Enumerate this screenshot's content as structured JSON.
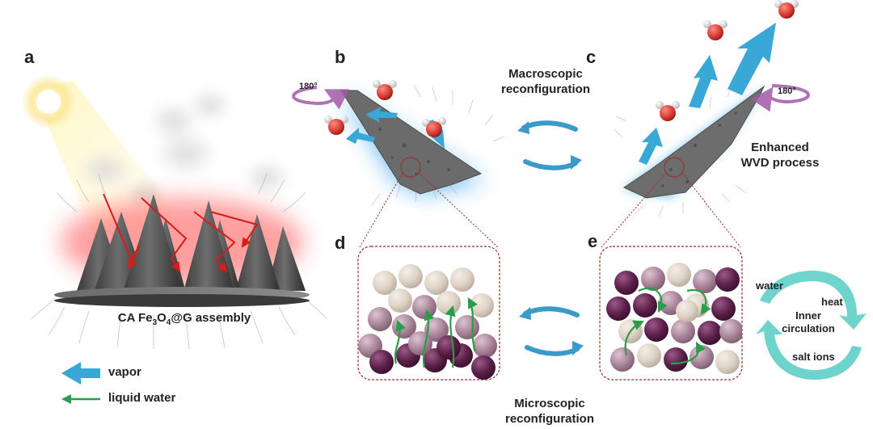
{
  "panels": {
    "a": "a",
    "b": "b",
    "c": "c",
    "d": "d",
    "e": "e"
  },
  "assembly": {
    "pre": "CA Fe",
    "sub1": "3",
    "mid": "O",
    "sub2": "4",
    "post": "@G assembly"
  },
  "macroscopic": {
    "line1": "Macroscopic",
    "line2": "reconfiguration"
  },
  "microscopic": {
    "line1": "Microscopic",
    "line2": "reconfiguration"
  },
  "rotation": {
    "b": "180°",
    "c": "180°"
  },
  "wvd": {
    "line1": "Enhanced",
    "line2": "WVD process"
  },
  "circulation": {
    "water": "water",
    "heat": "heat",
    "inner1": "Inner",
    "inner2": "circulation",
    "salt": "salt ions"
  },
  "legend": {
    "vapor": "vapor",
    "liquid": "liquid water"
  },
  "colors": {
    "vapor_arrow": "#3aa8d6",
    "liquid_arrow": "#2a9d4a",
    "light_ray": "#d81b1b",
    "cycle_arrow": "#3a9ac8",
    "rotation_arrow": "#a35aa8",
    "circulation": "#5fcfc6",
    "glow_blue": "#5ab4f0",
    "zoom_box": "#9c2a2a",
    "particle_dark": "#5a1f48",
    "particle_mid": "#a88398",
    "particle_light": "#dcd1c4"
  }
}
